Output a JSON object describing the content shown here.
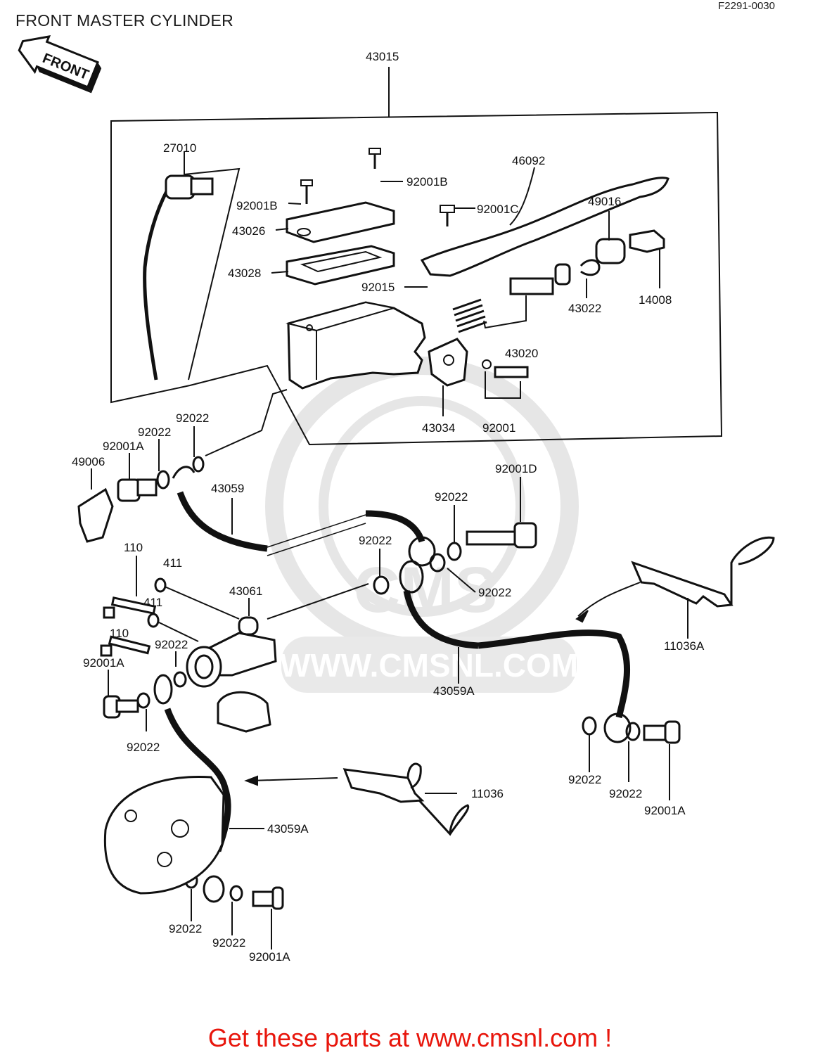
{
  "header": {
    "title": "FRONT MASTER CYLINDER",
    "code": "F2291-0030"
  },
  "front_badge": "FRONT",
  "watermark": "WWW.CMSNL.COM",
  "watermark_logo": "CMS",
  "footer": "Get these parts at www.cmsnl.com !",
  "parts": {
    "p43015": "43015",
    "p27010": "27010",
    "p92001B_top": "92001B",
    "p92001B_left": "92001B",
    "p46092": "46092",
    "p92001C": "92001C",
    "p49016": "49016",
    "p43026": "43026",
    "p43028": "43028",
    "p92015": "92015",
    "p43022": "43022",
    "p14008": "14008",
    "p43020": "43020",
    "p43034": "43034",
    "p92001": "92001",
    "p92022_a": "92022",
    "p92022_b": "92022",
    "p92001A_a": "92001A",
    "p49006": "49006",
    "p43059": "43059",
    "p92001D": "92001D",
    "p92022_c": "92022",
    "p92022_d": "92022",
    "p92022_e": "92022",
    "p110_a": "110",
    "p411_a": "411",
    "p43061": "43061",
    "p411_b": "411",
    "p110_b": "110",
    "p92022_f": "92022",
    "p92001A_b": "92001A",
    "p11036A": "11036A",
    "p43059A_a": "43059A",
    "p92022_g": "92022",
    "p92022_h": "92022",
    "p92022_i": "92022",
    "p92001A_c": "92001A",
    "p11036": "11036",
    "p43059A_b": "43059A",
    "p92022_j": "92022",
    "p92022_k": "92022",
    "p92001A_d": "92001A"
  }
}
